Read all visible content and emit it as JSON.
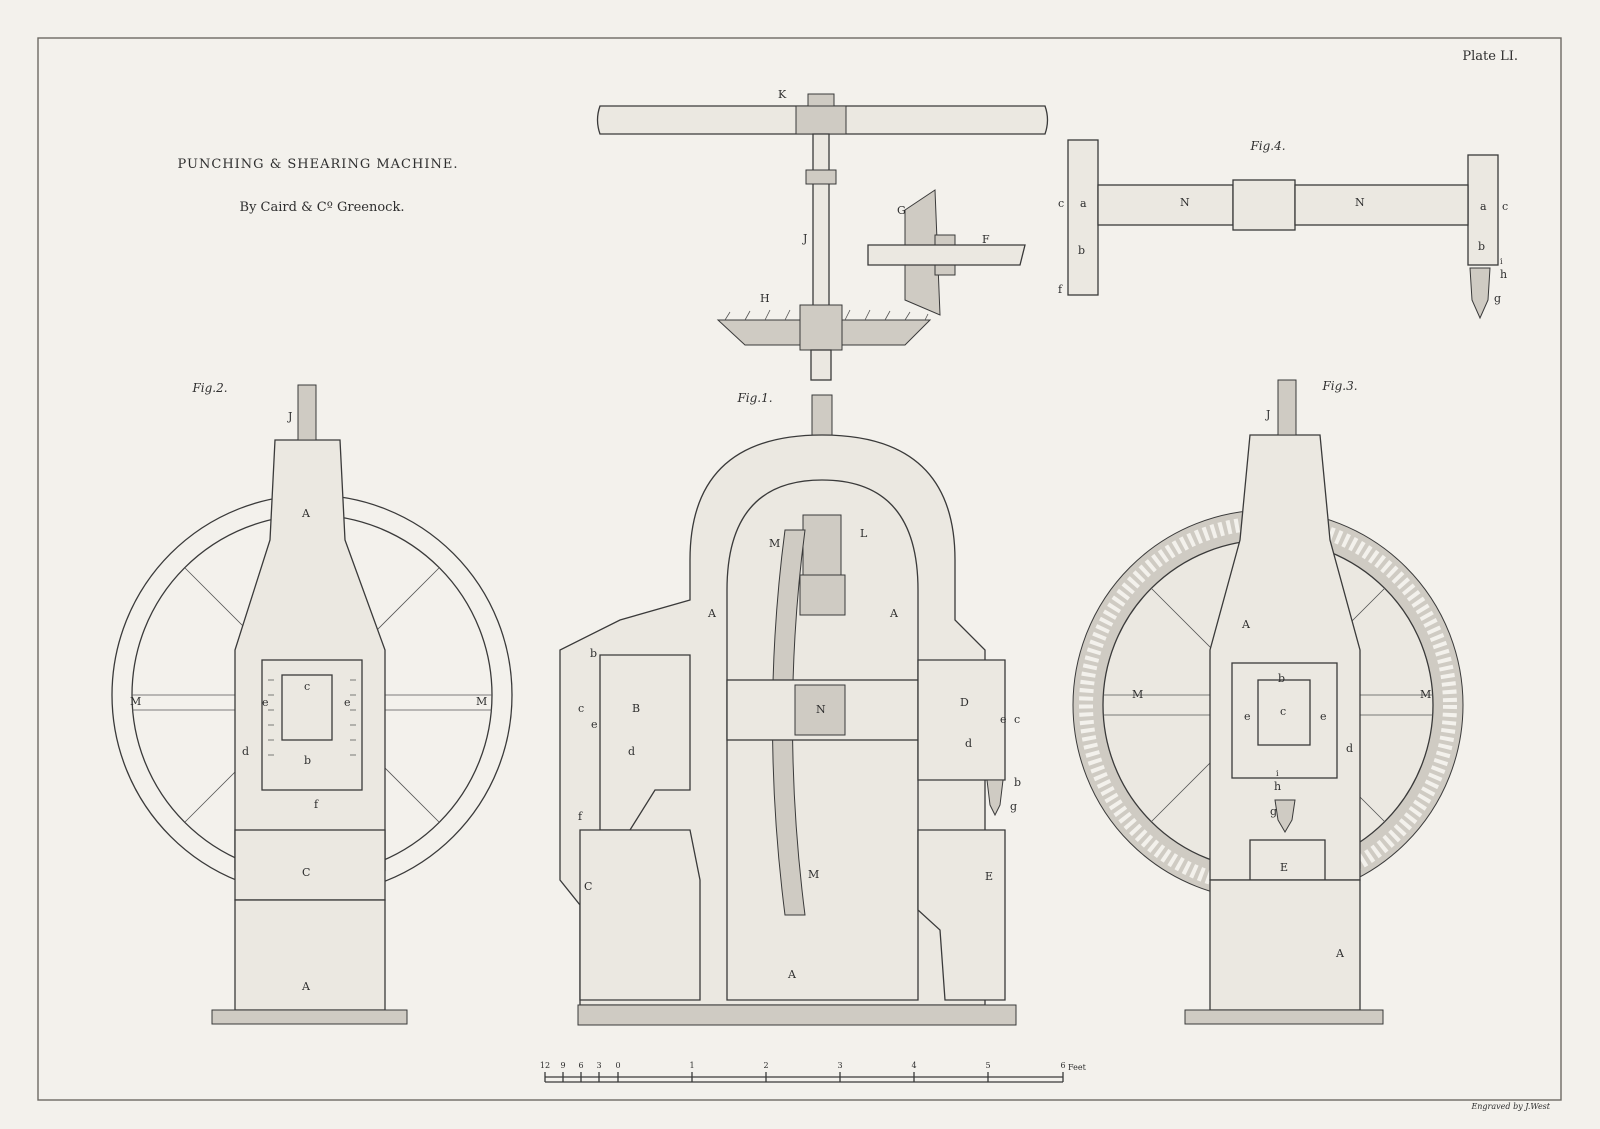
{
  "plate": {
    "plate_number": "Plate LI.",
    "title": "PUNCHING & SHEARING MACHINE.",
    "subtitle": "By Caird & Cº Greenock.",
    "engraver": "Engraved by J.West"
  },
  "figures": {
    "fig1": "Fig.1.",
    "fig2": "Fig.2.",
    "fig3": "Fig.3.",
    "fig4": "Fig.4."
  },
  "labels": {
    "top": {
      "K": "K",
      "J": "J",
      "G": "G",
      "F": "F",
      "H": "H"
    },
    "fig1": {
      "A_left": "A",
      "A_right": "A",
      "A_base": "A",
      "M_top": "M",
      "M_bottom": "M",
      "L": "L",
      "N": "N",
      "B": "B",
      "D": "D",
      "C": "C",
      "E": "E",
      "b_left": "b",
      "b_right": "b",
      "c_left": "c",
      "c_right": "c",
      "e_left": "e",
      "e_right": "e",
      "d_left": "d",
      "d_right": "d",
      "f": "f",
      "g": "g"
    },
    "fig2": {
      "J": "J",
      "A_top": "A",
      "A_base": "A",
      "M_left": "M",
      "M_right": "M",
      "c": "c",
      "b": "b",
      "e_left": "e",
      "e_right": "e",
      "d": "d",
      "f": "f",
      "C": "C"
    },
    "fig3": {
      "J": "J",
      "A_top": "A",
      "A_base": "A",
      "M_left": "M",
      "M_right": "M",
      "b": "b",
      "c": "c",
      "e_left": "e",
      "e_right": "e",
      "d": "d",
      "i": "i",
      "h": "h",
      "g": "g",
      "E": "E"
    },
    "fig4": {
      "a_left": "a",
      "a_right": "a",
      "c_left": "c",
      "c_right": "c",
      "b_left": "b",
      "b_right": "b",
      "N_left": "N",
      "N_right": "N",
      "f": "f",
      "g": "g",
      "h": "h",
      "i": "i"
    }
  },
  "scale": {
    "ticks": [
      "12",
      "9",
      "6",
      "3",
      "0",
      "1",
      "2",
      "3",
      "4",
      "5",
      "6"
    ],
    "unit": "Feet"
  },
  "colors": {
    "paper": "#f3f1ec",
    "ink": "#3a3a3a"
  }
}
